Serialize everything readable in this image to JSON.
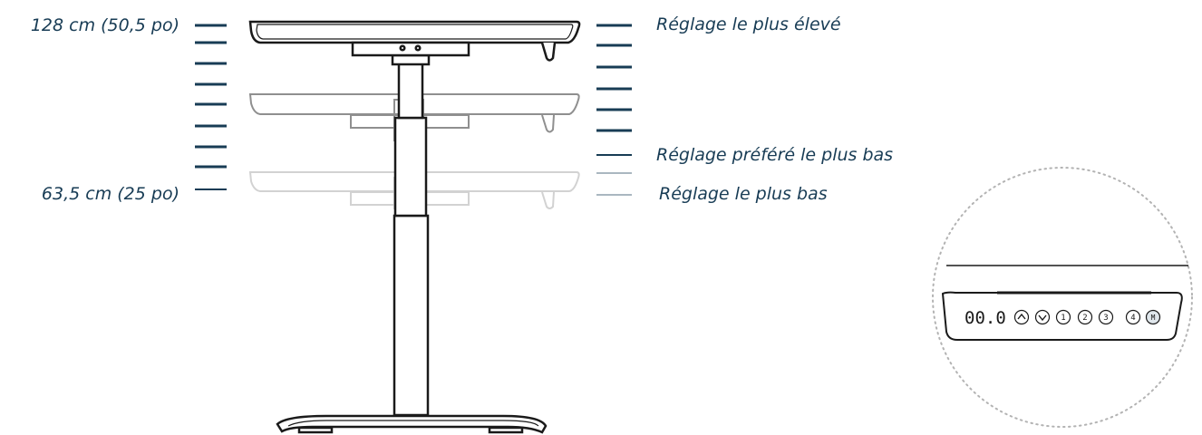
{
  "labels": {
    "max_height": "128 cm (50,5 po)",
    "min_height": "63,5 cm (25 po)",
    "highest_setting": "Réglage le plus élevé",
    "preferred_low_setting": "Réglage préféré le plus bas",
    "lowest_setting": "Réglage le plus bas"
  },
  "control_panel": {
    "display": "00.0",
    "buttons": [
      "up-arrow",
      "down-arrow",
      "1",
      "2",
      "3",
      "4",
      "M"
    ]
  },
  "colors": {
    "navy": "#183c55",
    "line_dark": "#1a1a1a",
    "line_mid": "#8c8c8c",
    "line_light": "#cfcfcf",
    "scale_light": "#aab7c0",
    "dotted_circle": "#b3b3b3"
  }
}
